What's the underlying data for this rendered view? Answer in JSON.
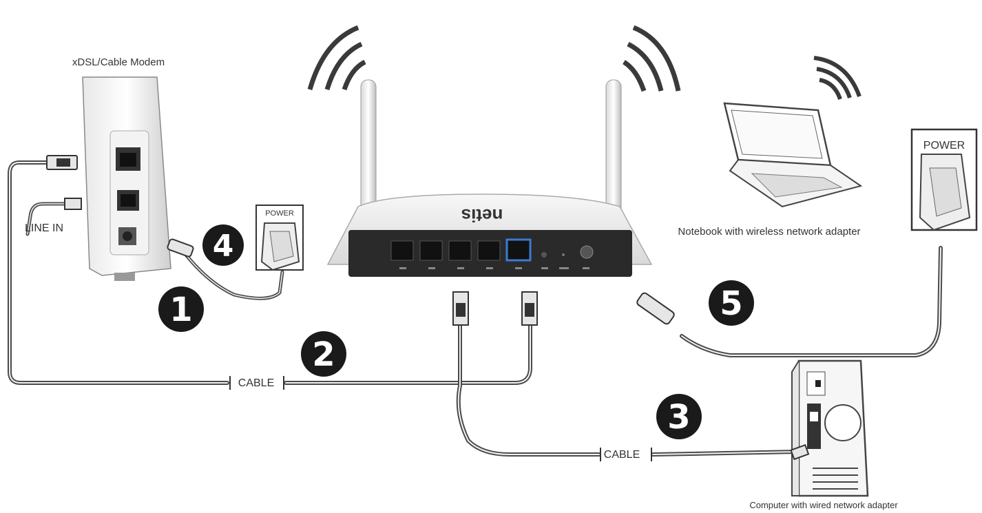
{
  "labels": {
    "modem": "xDSL/Cable Modem",
    "line_in": "LINE IN",
    "power_left": "POWER",
    "power_right": "POWER",
    "notebook": "Notebook with wireless network adapter",
    "computer": "Computer with wired network adapter",
    "cable_top": "CABLE",
    "cable_bottom": "CABLE",
    "brand": "netis"
  },
  "steps": [
    "1",
    "2",
    "3",
    "4",
    "5"
  ],
  "colors": {
    "line": "#555555",
    "badge": "#1a1a1a",
    "port_wan": "#3a7bd5"
  }
}
